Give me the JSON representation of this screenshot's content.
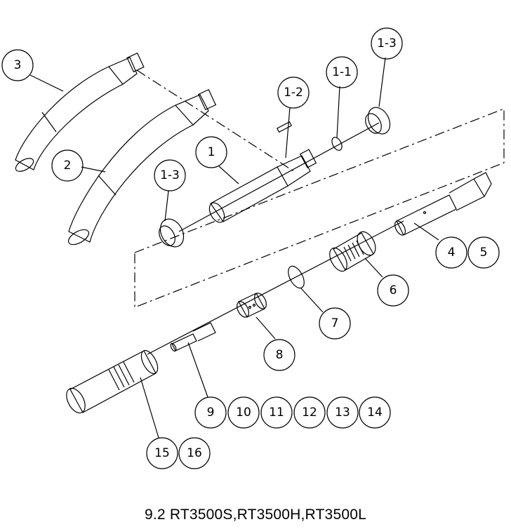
{
  "callouts": {
    "c3": "3",
    "c2": "2",
    "c1": "1",
    "c1_2": "1-2",
    "c1_1": "1-1",
    "c1_3_top": "1-3",
    "c1_3_left": "1-3",
    "c4": "4",
    "c5": "5",
    "c6": "6",
    "c7": "7",
    "c8": "8",
    "c9": "9",
    "c10": "10",
    "c11": "11",
    "c12": "12",
    "c13": "13",
    "c14": "14",
    "c15": "15",
    "c16": "16"
  },
  "caption": "9.2 RT3500S,RT3500H,RT3500L"
}
